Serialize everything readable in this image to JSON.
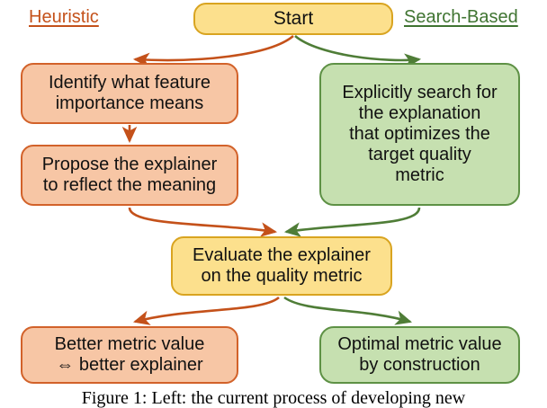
{
  "figure": {
    "type": "flowchart",
    "branch_headers": [
      {
        "id": "heuristic",
        "label": "Heuristic",
        "color": "#C4511A"
      },
      {
        "id": "search-based",
        "label": "Search-Based",
        "color": "#3F7431"
      }
    ],
    "palette": {
      "start_fill": "#FCE08D",
      "start_stroke": "#D9A420",
      "heuristic_fill": "#F7C6A5",
      "heuristic_stroke": "#D2622A",
      "search_fill": "#C6E0B0",
      "search_stroke": "#5E9145",
      "arrow_heuristic": "#C4511A",
      "arrow_search": "#4F7D37",
      "text": "#111111"
    },
    "nodes": [
      {
        "id": "start",
        "label": "Start",
        "branch": "shared"
      },
      {
        "id": "identify",
        "label": "Identify what feature\nimportance means",
        "branch": "heuristic"
      },
      {
        "id": "propose",
        "label": "Propose the explainer\nto reflect the meaning",
        "branch": "heuristic"
      },
      {
        "id": "explicit",
        "label": "Explicitly search for\nthe explanation\nthat optimizes the\ntarget quality\nmetric",
        "branch": "search-based"
      },
      {
        "id": "evaluate",
        "label": "Evaluate the explainer\non the quality metric",
        "branch": "shared"
      },
      {
        "id": "better",
        "label": "Better metric value\n⇔ better explainer",
        "branch": "heuristic"
      },
      {
        "id": "optimal",
        "label": "Optimal metric value\nby construction",
        "branch": "search-based"
      }
    ],
    "edges": [
      {
        "from": "start",
        "to": "identify",
        "color": "#C4511A"
      },
      {
        "from": "start",
        "to": "explicit",
        "color": "#4F7D37"
      },
      {
        "from": "identify",
        "to": "propose",
        "color": "#C4511A"
      },
      {
        "from": "propose",
        "to": "evaluate",
        "color": "#C4511A"
      },
      {
        "from": "explicit",
        "to": "evaluate",
        "color": "#4F7D37"
      },
      {
        "from": "evaluate",
        "to": "better",
        "color": "#C4511A"
      },
      {
        "from": "evaluate",
        "to": "optimal",
        "color": "#4F7D37"
      }
    ]
  },
  "caption": {
    "text": "Figure 1: Left: the current process of developing new"
  }
}
